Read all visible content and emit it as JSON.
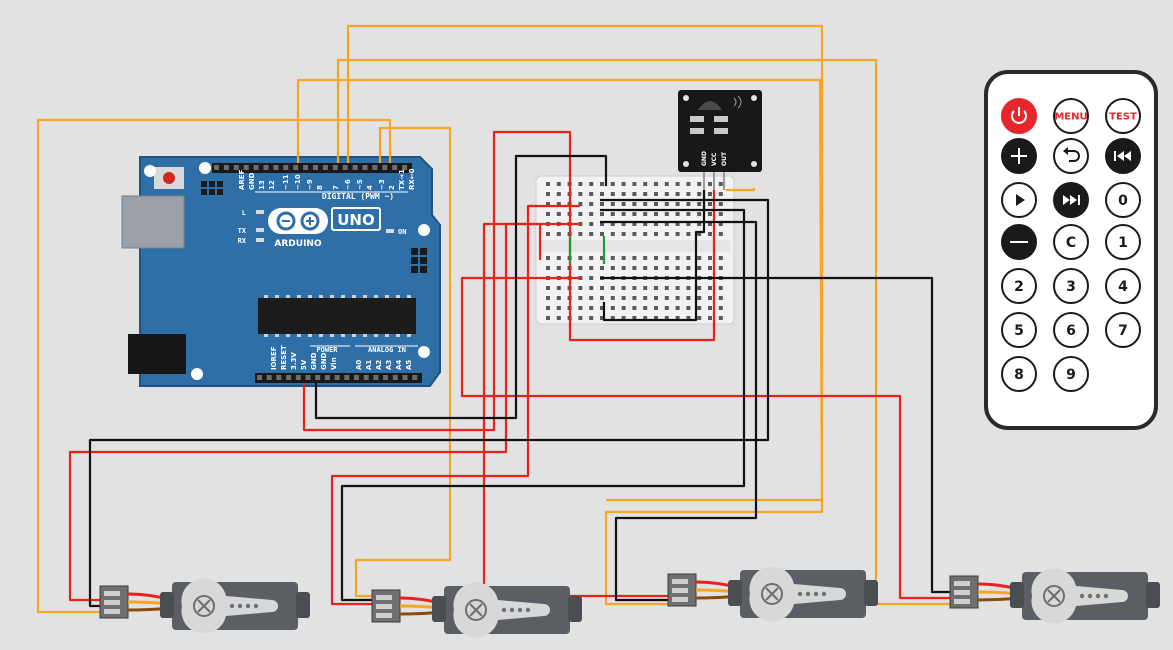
{
  "colors": {
    "background": "#e2e2e2",
    "board": "#2f6fa8",
    "board_dark": "#1f527f",
    "signal_wire": "#f5a623",
    "power_wire": "#e8221b",
    "ground_wire": "#111111",
    "jumper": "#1f9d2a",
    "servo_body": "#5b5f63",
    "remote_body": "#ffffff",
    "remote_red": "#e5262a"
  },
  "arduino": {
    "brand": "ARDUINO",
    "model": "UNO",
    "digital_header": "DIGITAL (PWM ~)",
    "power_header": "POWER",
    "analog_header": "ANALOG IN",
    "on_label": "ON",
    "led_l": "L",
    "led_tx": "TX",
    "led_rx": "RX",
    "digital_pins": [
      "AREF",
      "GND",
      "13",
      "12",
      "~11",
      "~10",
      "~9",
      "8",
      "7",
      "~6",
      "~5",
      "4",
      "~3",
      "2",
      "TX→1",
      "RX←0"
    ],
    "power_pins": [
      "IOREF",
      "RESET",
      "3.3V",
      "5V",
      "GND",
      "GND",
      "Vin"
    ],
    "analog_pins": [
      "A0",
      "A1",
      "A2",
      "A3",
      "A4",
      "A5"
    ]
  },
  "ir_receiver": {
    "pins": [
      "GND",
      "VCC",
      "OUT"
    ]
  },
  "remote": {
    "buttons": [
      {
        "name": "power",
        "label": "",
        "icon": "power-icon",
        "style": "red"
      },
      {
        "name": "menu",
        "label": "MENU",
        "icon": "",
        "style": "light-red"
      },
      {
        "name": "test",
        "label": "TEST",
        "icon": "",
        "style": "light-red"
      },
      {
        "name": "plus",
        "label": "",
        "icon": "plus-icon",
        "style": "dark"
      },
      {
        "name": "back",
        "label": "",
        "icon": "back-arrow-icon",
        "style": "light"
      },
      {
        "name": "prev",
        "label": "",
        "icon": "skip-back-icon",
        "style": "dark"
      },
      {
        "name": "play",
        "label": "",
        "icon": "play-icon",
        "style": "light"
      },
      {
        "name": "next",
        "label": "",
        "icon": "skip-forward-icon",
        "style": "dark"
      },
      {
        "name": "0",
        "label": "0",
        "icon": "",
        "style": "light"
      },
      {
        "name": "minus",
        "label": "",
        "icon": "minus-icon",
        "style": "dark"
      },
      {
        "name": "c",
        "label": "C",
        "icon": "",
        "style": "light"
      },
      {
        "name": "1",
        "label": "1",
        "icon": "",
        "style": "light"
      },
      {
        "name": "2",
        "label": "2",
        "icon": "",
        "style": "light"
      },
      {
        "name": "3",
        "label": "3",
        "icon": "",
        "style": "light"
      },
      {
        "name": "4",
        "label": "4",
        "icon": "",
        "style": "light"
      },
      {
        "name": "5",
        "label": "5",
        "icon": "",
        "style": "light"
      },
      {
        "name": "6",
        "label": "6",
        "icon": "",
        "style": "light"
      },
      {
        "name": "7",
        "label": "7",
        "icon": "",
        "style": "light"
      },
      {
        "name": "8",
        "label": "8",
        "icon": "",
        "style": "light"
      },
      {
        "name": "9",
        "label": "9",
        "icon": "",
        "style": "light"
      }
    ]
  },
  "servos": [
    {
      "name": "servo-1"
    },
    {
      "name": "servo-2"
    },
    {
      "name": "servo-3"
    },
    {
      "name": "servo-4"
    }
  ]
}
